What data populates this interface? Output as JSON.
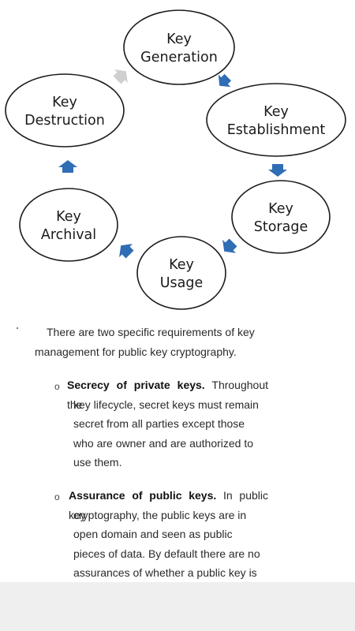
{
  "diagram": {
    "nodes": [
      {
        "id": "generation",
        "lines": [
          "Key",
          "Generation"
        ]
      },
      {
        "id": "establishment",
        "lines": [
          "Key",
          "Establishment"
        ]
      },
      {
        "id": "storage",
        "lines": [
          "Key",
          "Storage"
        ]
      },
      {
        "id": "usage",
        "lines": [
          "Key",
          "Usage"
        ]
      },
      {
        "id": "archival",
        "lines": [
          "Key",
          "Archival"
        ]
      },
      {
        "id": "destruction",
        "lines": [
          "Key",
          "Destruction"
        ]
      }
    ],
    "colors": {
      "arrow": "#2f6db5",
      "arrow_faded": "#cfcfcf",
      "outline": "#1a1a1a"
    }
  },
  "intro": {
    "line1": "There are two specific requirements of key",
    "line2": "management for public key cryptography."
  },
  "bullets": [
    {
      "marker": "o",
      "title": "Secrecy of private keys.",
      "first_line_rest": "Throughout the",
      "body_lines": [
        "key lifecycle, secret keys must remain",
        "secret from all parties except those",
        "who are owner and are authorized to",
        "use them."
      ]
    },
    {
      "marker": "o",
      "title": "Assurance of public keys.",
      "first_line_rest": "In public key",
      "body_lines": [
        "cryptography, the public keys are in",
        "open domain and seen as public",
        "pieces of data. By default there are no",
        "assurances of whether a public key is"
      ]
    }
  ]
}
